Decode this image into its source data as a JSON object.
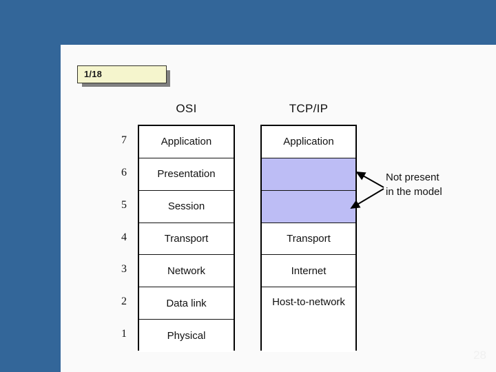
{
  "slide": {
    "counter_label": "1/18",
    "page_number": "28",
    "background_color": "#336699",
    "panel_color": "#fafafa",
    "chip_color": "#f5f5cd"
  },
  "diagram": {
    "osi": {
      "header": "OSI",
      "layers": [
        {
          "number": "7",
          "label": "Application"
        },
        {
          "number": "6",
          "label": "Presentation"
        },
        {
          "number": "5",
          "label": "Session"
        },
        {
          "number": "4",
          "label": "Transport"
        },
        {
          "number": "3",
          "label": "Network"
        },
        {
          "number": "2",
          "label": "Data link"
        },
        {
          "number": "1",
          "label": "Physical"
        }
      ]
    },
    "tcpip": {
      "header": "TCP/IP",
      "highlight_color": "#bdbdf5",
      "cells": [
        {
          "label": "Application",
          "span": 1,
          "absent": false
        },
        {
          "label": "",
          "span": 1,
          "absent": true
        },
        {
          "label": "",
          "span": 1,
          "absent": true
        },
        {
          "label": "Transport",
          "span": 1,
          "absent": false
        },
        {
          "label": "Internet",
          "span": 1,
          "absent": false
        },
        {
          "label": "Host-to-network",
          "span": 2,
          "absent": false
        }
      ]
    },
    "annotation": {
      "line1": "Not present",
      "line2": "in the model"
    }
  }
}
